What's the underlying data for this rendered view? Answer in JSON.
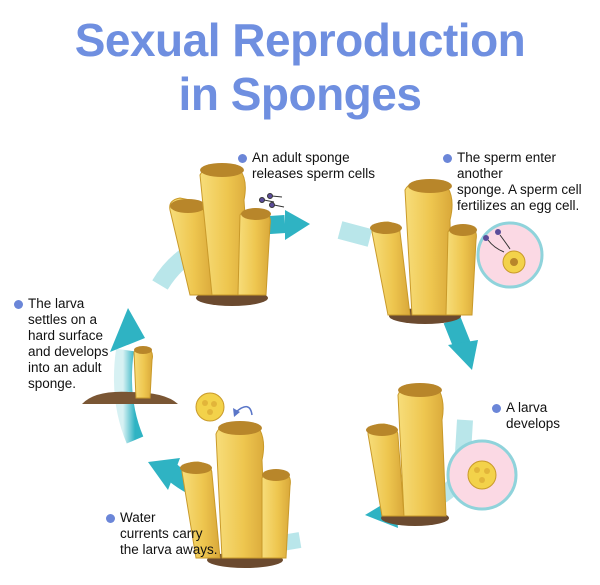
{
  "title": {
    "line1": "Sexual Reproduction",
    "line2": "in Sponges"
  },
  "steps": [
    {
      "text": "An adult sponge\nreleases sperm cells"
    },
    {
      "text": "The sperm enter another\nsponge. A sperm cell\nfertilizes an egg cell."
    },
    {
      "text": "A larva\ndevelops"
    },
    {
      "text": "Water\ncurrents carry\nthe larva aways."
    },
    {
      "text": "The larva\nsettles on a\nhard surface\nand develops\ninto an adult\nsponge."
    }
  ],
  "colors": {
    "title": "#6f8fe0",
    "bullet": "#6b86d8",
    "arrow": "#2fb3c3",
    "arrow_light": "#b9e6ea",
    "sponge": "#eec64f",
    "sponge_dark": "#c99a2a",
    "base": "#6b4a2f",
    "inset_bg": "#fbd9e4"
  }
}
